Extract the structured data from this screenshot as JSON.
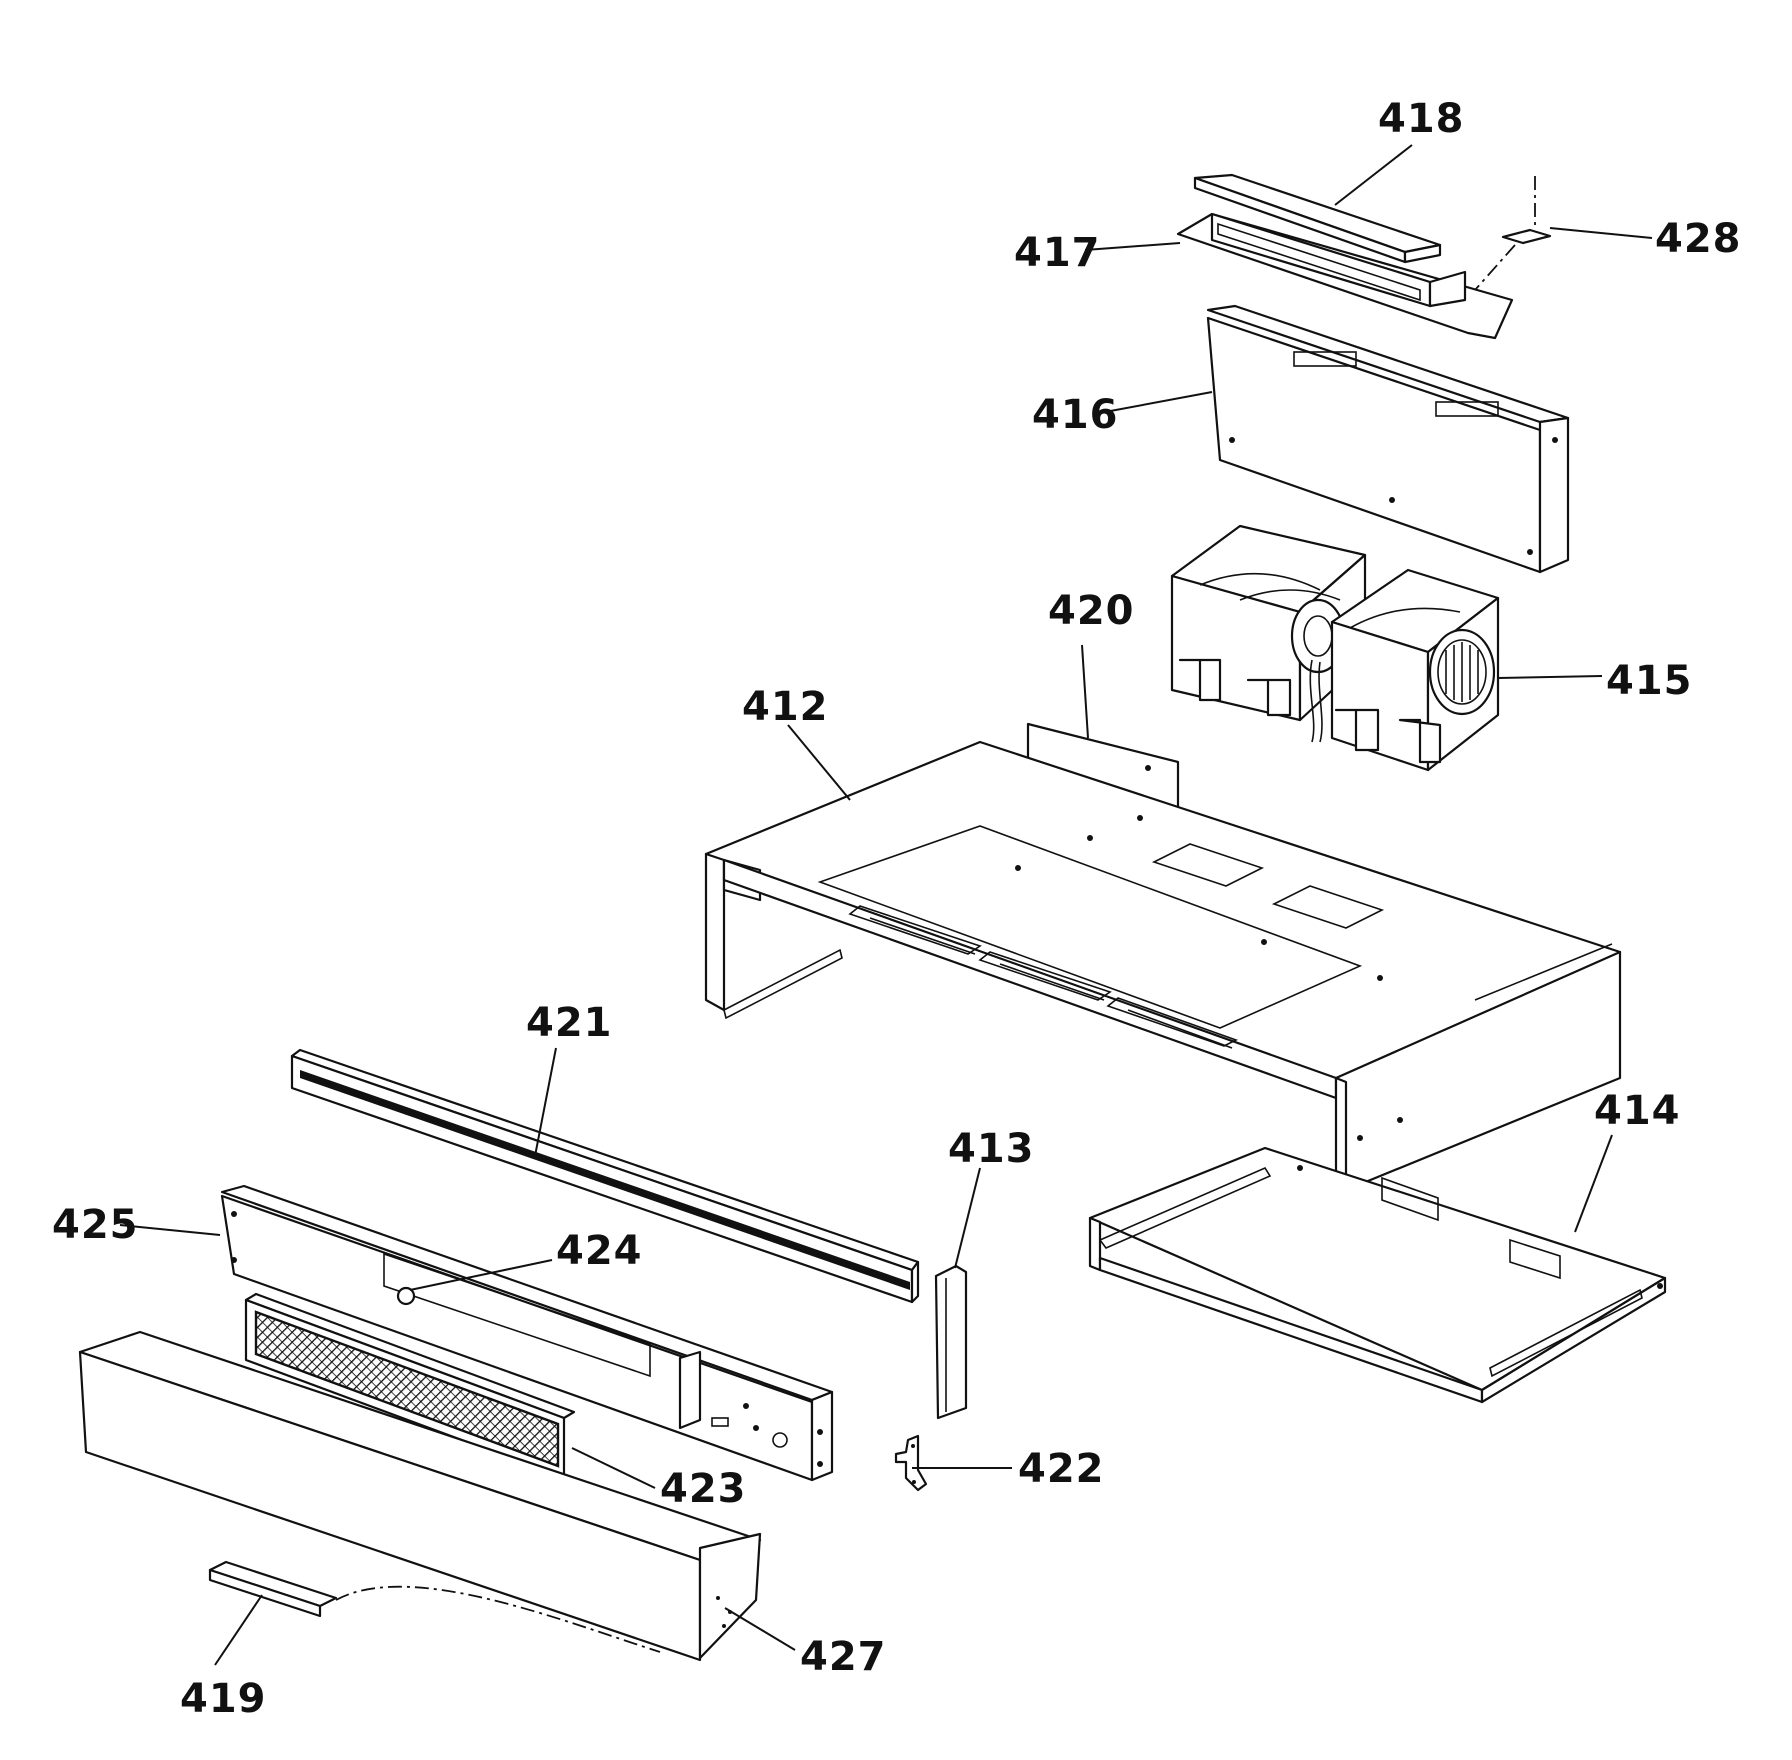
{
  "parts": [
    {
      "id": "p412",
      "number": "412"
    },
    {
      "id": "p413",
      "number": "413"
    },
    {
      "id": "p414",
      "number": "414"
    },
    {
      "id": "p415",
      "number": "415"
    },
    {
      "id": "p416",
      "number": "416"
    },
    {
      "id": "p417",
      "number": "417"
    },
    {
      "id": "p418",
      "number": "418"
    },
    {
      "id": "p419",
      "number": "419"
    },
    {
      "id": "p420",
      "number": "420"
    },
    {
      "id": "p421",
      "number": "421"
    },
    {
      "id": "p422",
      "number": "422"
    },
    {
      "id": "p423",
      "number": "423"
    },
    {
      "id": "p424",
      "number": "424"
    },
    {
      "id": "p425",
      "number": "425"
    },
    {
      "id": "p427",
      "number": "427"
    },
    {
      "id": "p428",
      "number": "428"
    }
  ]
}
